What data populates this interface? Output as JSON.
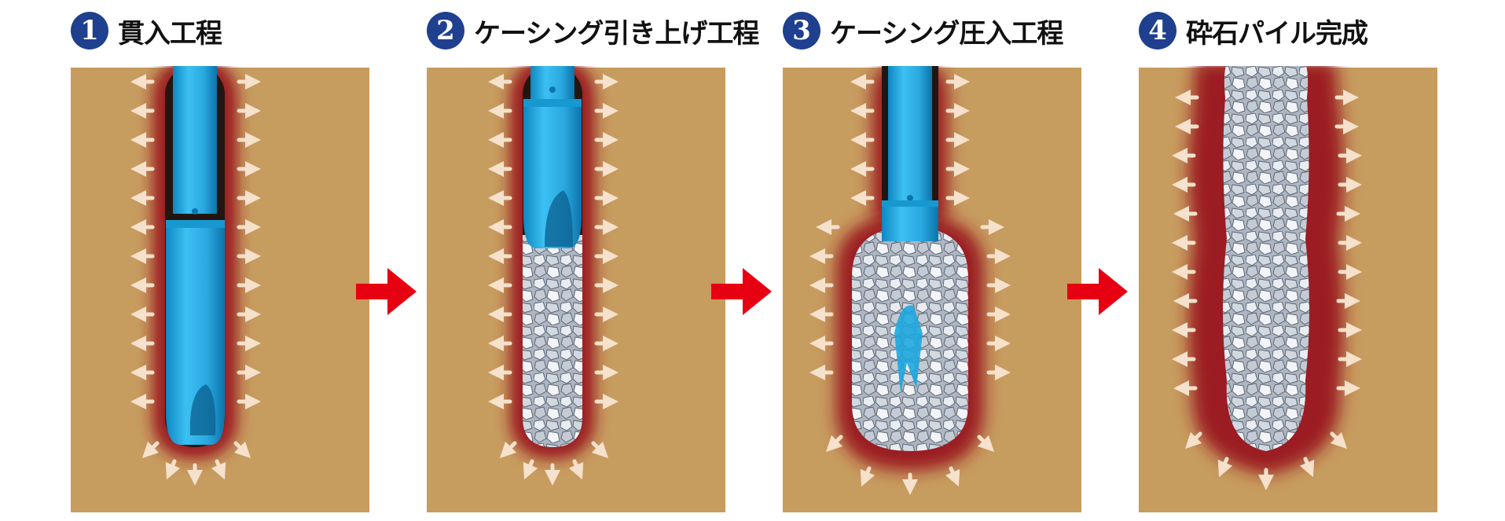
{
  "steps": [
    {
      "number": "1",
      "title": "貫入工程"
    },
    {
      "number": "2",
      "title": "ケーシング引き上げ工程"
    },
    {
      "number": "3",
      "title": "ケーシング圧入工程"
    },
    {
      "number": "4",
      "title": "砕石パイル完成"
    }
  ],
  "colors": {
    "soil": "#c79c5f",
    "compaction_red": "#9b1c24",
    "casing_blue": "#2fb4ea",
    "gravel": "#cfd6df",
    "flow_arrow": "#e60012",
    "badge": "#1f3f8f",
    "pressure_arrow": "#f5e1cc"
  },
  "icons": {
    "step_badge": "numbered-circle-icon",
    "flow": "right-arrow-icon",
    "pressure": "outward-arrow-icon"
  }
}
